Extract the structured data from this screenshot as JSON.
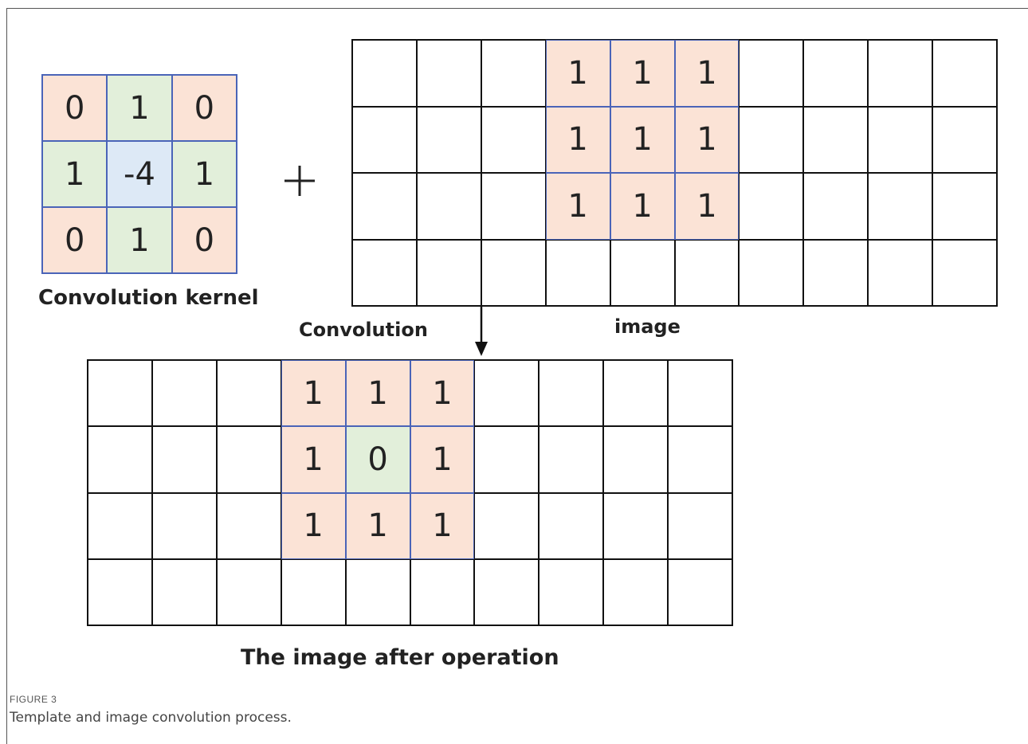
{
  "colors": {
    "orange": "#fbe3d6",
    "green": "#e2efda",
    "blue": "#dde9f6",
    "grid_line": "#111111",
    "highlight_line": "#4a64b8"
  },
  "kernel": {
    "label": "Convolution kernel",
    "rows": [
      [
        "0",
        "1",
        "0"
      ],
      [
        "1",
        "-4",
        "1"
      ],
      [
        "0",
        "1",
        "0"
      ]
    ],
    "fills": [
      [
        "orange",
        "green",
        "orange"
      ],
      [
        "green",
        "blue",
        "green"
      ],
      [
        "orange",
        "green",
        "orange"
      ]
    ]
  },
  "operator": "+",
  "image": {
    "label": "image",
    "rows": [
      [
        "",
        "",
        "",
        "1",
        "1",
        "1",
        "",
        "",
        "",
        ""
      ],
      [
        "",
        "",
        "",
        "1",
        "1",
        "1",
        "",
        "",
        "",
        ""
      ],
      [
        "",
        "",
        "",
        "1",
        "1",
        "1",
        "",
        "",
        "",
        ""
      ],
      [
        "",
        "",
        "",
        "",
        "",
        "",
        "",
        "",
        "",
        ""
      ]
    ],
    "fills": [
      [
        "",
        "",
        "",
        "orange",
        "orange",
        "orange",
        "",
        "",
        "",
        ""
      ],
      [
        "",
        "",
        "",
        "orange",
        "orange",
        "orange",
        "",
        "",
        "",
        ""
      ],
      [
        "",
        "",
        "",
        "orange",
        "orange",
        "orange",
        "",
        "",
        "",
        ""
      ],
      [
        "",
        "",
        "",
        "",
        "",
        "",
        "",
        "",
        "",
        ""
      ]
    ]
  },
  "arrow_label": "Convolution",
  "result": {
    "label": "The image after operation",
    "rows": [
      [
        "",
        "",
        "",
        "1",
        "1",
        "1",
        "",
        "",
        "",
        ""
      ],
      [
        "",
        "",
        "",
        "1",
        "0",
        "1",
        "",
        "",
        "",
        ""
      ],
      [
        "",
        "",
        "",
        "1",
        "1",
        "1",
        "",
        "",
        "",
        ""
      ],
      [
        "",
        "",
        "",
        "",
        "",
        "",
        "",
        "",
        "",
        ""
      ]
    ],
    "fills": [
      [
        "",
        "",
        "",
        "orange",
        "orange",
        "orange",
        "",
        "",
        "",
        ""
      ],
      [
        "",
        "",
        "",
        "orange",
        "green",
        "orange",
        "",
        "",
        "",
        ""
      ],
      [
        "",
        "",
        "",
        "orange",
        "orange",
        "orange",
        "",
        "",
        "",
        ""
      ],
      [
        "",
        "",
        "",
        "",
        "",
        "",
        "",
        "",
        "",
        ""
      ]
    ]
  },
  "figure": {
    "number": "FIGURE 3",
    "caption": "Template and image convolution process."
  }
}
